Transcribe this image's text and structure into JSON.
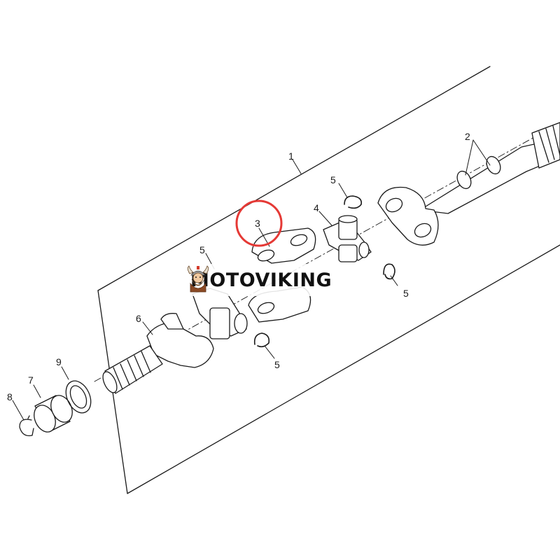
{
  "diagram": {
    "callouts": [
      {
        "id": "1",
        "label": "1"
      },
      {
        "id": "2",
        "label": "2"
      },
      {
        "id": "3",
        "label": "3",
        "highlighted": true
      },
      {
        "id": "4",
        "label": "4"
      },
      {
        "id": "5a",
        "label": "5"
      },
      {
        "id": "5b",
        "label": "5"
      },
      {
        "id": "5c",
        "label": "5"
      },
      {
        "id": "5d",
        "label": "5"
      },
      {
        "id": "6",
        "label": "6"
      },
      {
        "id": "7",
        "label": "7"
      },
      {
        "id": "8",
        "label": "8"
      },
      {
        "id": "9",
        "label": "9"
      }
    ],
    "highlight_color": "#e53935",
    "line_color": "#1a1a1a"
  },
  "watermark": {
    "text": "MOTOVIKING",
    "logo_icon": "viking-mascot-icon"
  }
}
